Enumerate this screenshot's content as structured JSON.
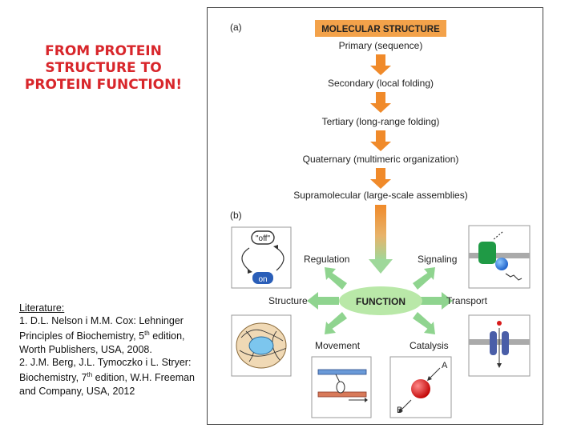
{
  "title": {
    "line1": "FROM PROTEIN",
    "line2": "STRUCTURE TO",
    "line3": "PROTEIN FUNCTION!"
  },
  "literature": {
    "heading": "Literature:",
    "ref1_a": "1. D.L. Nelson i M.M. Cox: Lehninger Principles of Biochemistry, 5",
    "ref1_sup": "th",
    "ref1_b": " edition, Worth Publishers, USA, 2008.",
    "ref2_a": "2. J.M. Berg, J.L. Tymoczko i L. Stryer: Biochemistry, 7",
    "ref2_sup": "th",
    "ref2_b": " edition, W.H. Freeman and Company, USA, 2012"
  },
  "figure": {
    "panel_a": "(a)",
    "panel_b": "(b)",
    "molecular_structure": "MOLECULAR STRUCTURE",
    "levels": {
      "primary": "Primary (sequence)",
      "secondary": "Secondary (local folding)",
      "tertiary": "Tertiary (long-range folding)",
      "quaternary": "Quaternary (multimeric organization)",
      "supramolecular": "Supramolecular (large-scale assemblies)"
    },
    "function": "FUNCTION",
    "functions": {
      "regulation": "Regulation",
      "signaling": "Signaling",
      "structure": "Structure",
      "transport": "Transport",
      "movement": "Movement",
      "catalysis": "Catalysis"
    },
    "switch_off": "\"off\"",
    "switch_on": "on",
    "catalysis_a": "A",
    "catalysis_b": "B",
    "colors": {
      "orange_arrow": "#f08a2a",
      "green_arrow": "#8fd48f",
      "title_box": "#f3a24a",
      "function_oval": "#b9e8a8"
    }
  }
}
